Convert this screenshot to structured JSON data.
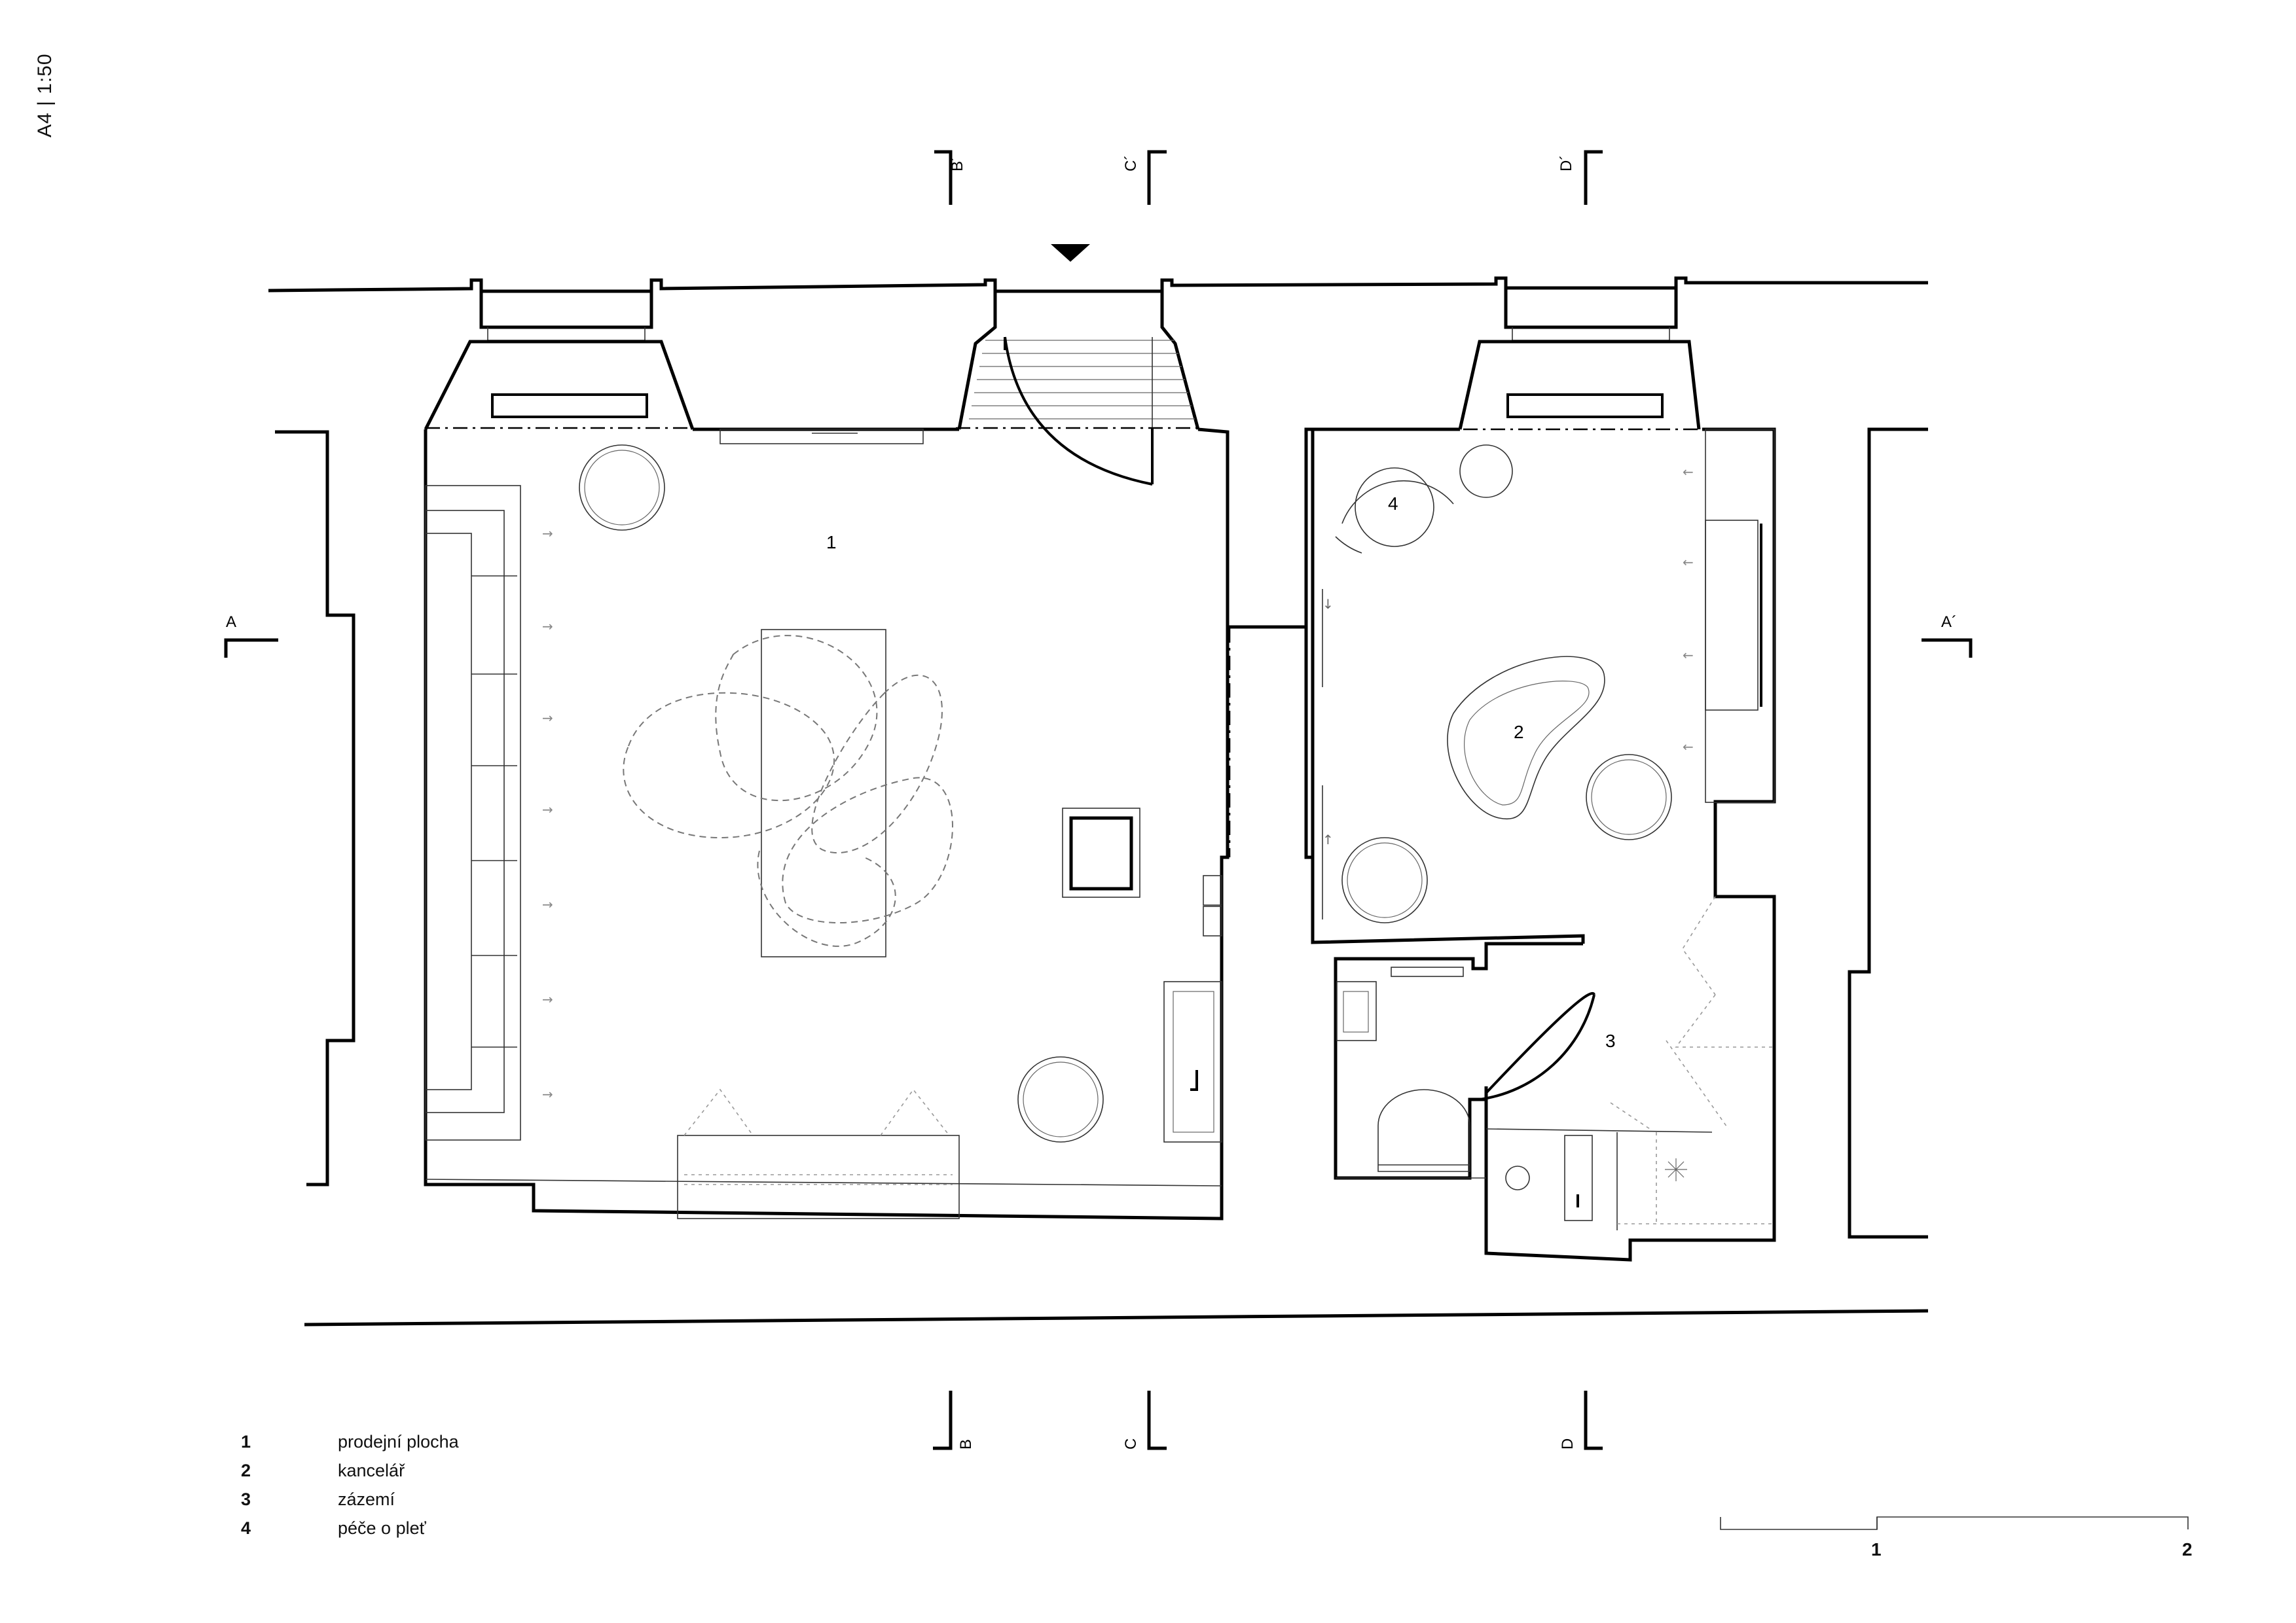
{
  "sheet": {
    "format": "A4",
    "scale": "1:50"
  },
  "rooms": [
    {
      "number": "1",
      "name": "prodejní plocha"
    },
    {
      "number": "2",
      "name": "kancelář"
    },
    {
      "number": "3",
      "name": "zázemí"
    },
    {
      "number": "4",
      "name": "péče o pleť"
    }
  ],
  "section_marks": {
    "A": "A",
    "A_prime": "A´",
    "B": "B",
    "B_prime": "B´",
    "C": "C",
    "C_prime": "C´",
    "D": "D",
    "D_prime": "D´"
  },
  "scale_bar": {
    "labels": [
      "1",
      "2"
    ]
  }
}
